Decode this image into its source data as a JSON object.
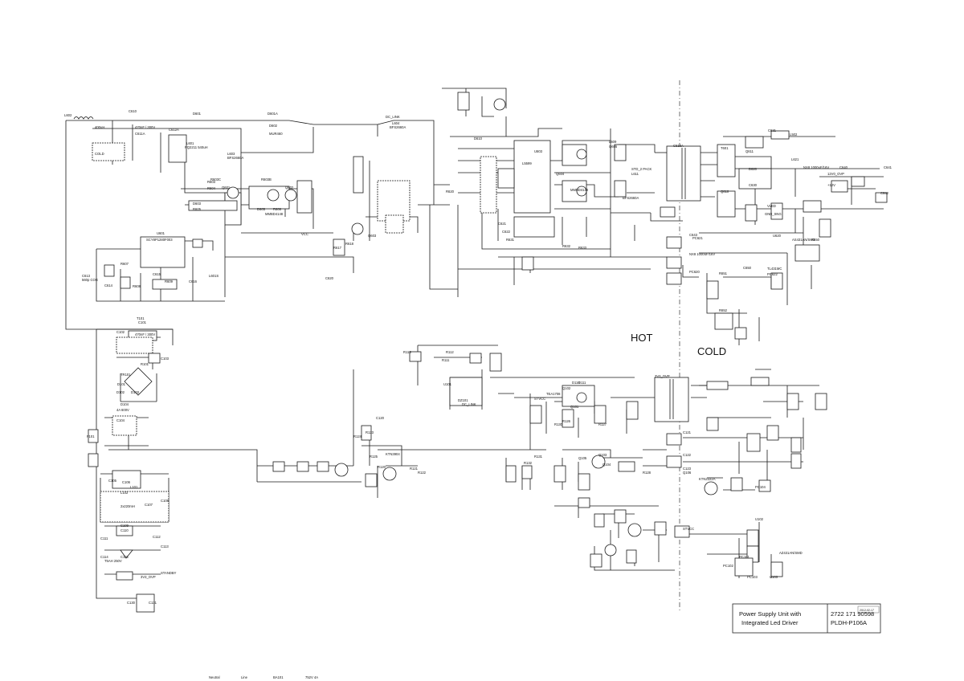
{
  "regions": {
    "hot": "HOT",
    "cold": "COLD"
  },
  "title_block": {
    "title_line1": "Power Supply Unit with",
    "title_line2": "Integrated Led Driver",
    "code_line1": "2722 171 90598",
    "code_line2": "PLDH-P106A",
    "stamp": "2012-02-17"
  },
  "components": [
    "L602",
    "400uH",
    "C610",
    "470nF / 300V",
    "C611A",
    "C612A",
    "L601",
    "PQ2211 540uH",
    "COLD",
    "D601",
    "D601A",
    "D602",
    "MUR460",
    "L603",
    "BFS2660A",
    "R603",
    "R604",
    "R603C",
    "R603B",
    "D603",
    "R605",
    "D605",
    "L601S",
    "R606",
    "MMBD4148",
    "Q601",
    "Q602",
    "U601",
    "SCY8P1280F003",
    "C613",
    "560p COG",
    "R607",
    "R608",
    "R609",
    "C614",
    "C615",
    "C616",
    "R617",
    "R618",
    "VCC",
    "C620",
    "Q603",
    "DC_LINK",
    "L604",
    "BFS2660A",
    "D610",
    "R620",
    "U603",
    "L5599",
    "C621",
    "C622",
    "R631",
    "R632",
    "R633",
    "MMBD4148",
    "Q604",
    "Q605",
    "L609",
    "STD_2 PACK",
    "L611",
    "BFS2660A",
    "C613A",
    "T601",
    "Q610",
    "Q611",
    "C630",
    "C631",
    "L502",
    "VLED",
    "D620",
    "L621",
    "NX8 1000uF/16V",
    "12V0_OVP",
    "C640",
    "C641",
    "C642",
    "+12V",
    "GND_SNG",
    "C643",
    "NX8 1000uF/16V",
    "PC620",
    "PC621",
    "PC622",
    "TL431MC",
    "U620",
    "AS431AN/SM3",
    "R650",
    "R651",
    "R652",
    "C650",
    "3V3_OVP",
    "T101",
    "C101",
    "470nF / 300V",
    "C102",
    "C103",
    "TR101",
    "R101",
    "D101",
    "D102",
    "D103",
    "D104",
    "4A 600V",
    "C104",
    "C105",
    "C106",
    "L101",
    "L102",
    "2x220mH",
    "C107",
    "C108",
    "C109",
    "C110",
    "C111",
    "C112",
    "C113",
    "C114",
    "C115",
    "R111",
    "R112",
    "R113",
    "DZ101",
    "DC_LINK",
    "U101",
    "TEA1708",
    "STVCC",
    "D110",
    "D111",
    "Q101",
    "Q102",
    "Q103",
    "Q104",
    "Q105",
    "Q106",
    "KTN2222A",
    "KTN3904",
    "R120",
    "R121",
    "R122",
    "R123",
    "R124",
    "R125",
    "R126",
    "R127",
    "R128",
    "R130",
    "R131",
    "R132",
    "C120",
    "C121",
    "C122",
    "C123",
    "STVCC",
    "PC101",
    "PC102",
    "PC103",
    "PC104",
    "U102",
    "AZ431AN/SMD",
    "U103",
    "STANDBY",
    "3V3_OVP",
    "C130",
    "C131",
    "F101",
    "T5AH 250V",
    "Neutral",
    "Line",
    "BA101",
    "752V 4A"
  ]
}
